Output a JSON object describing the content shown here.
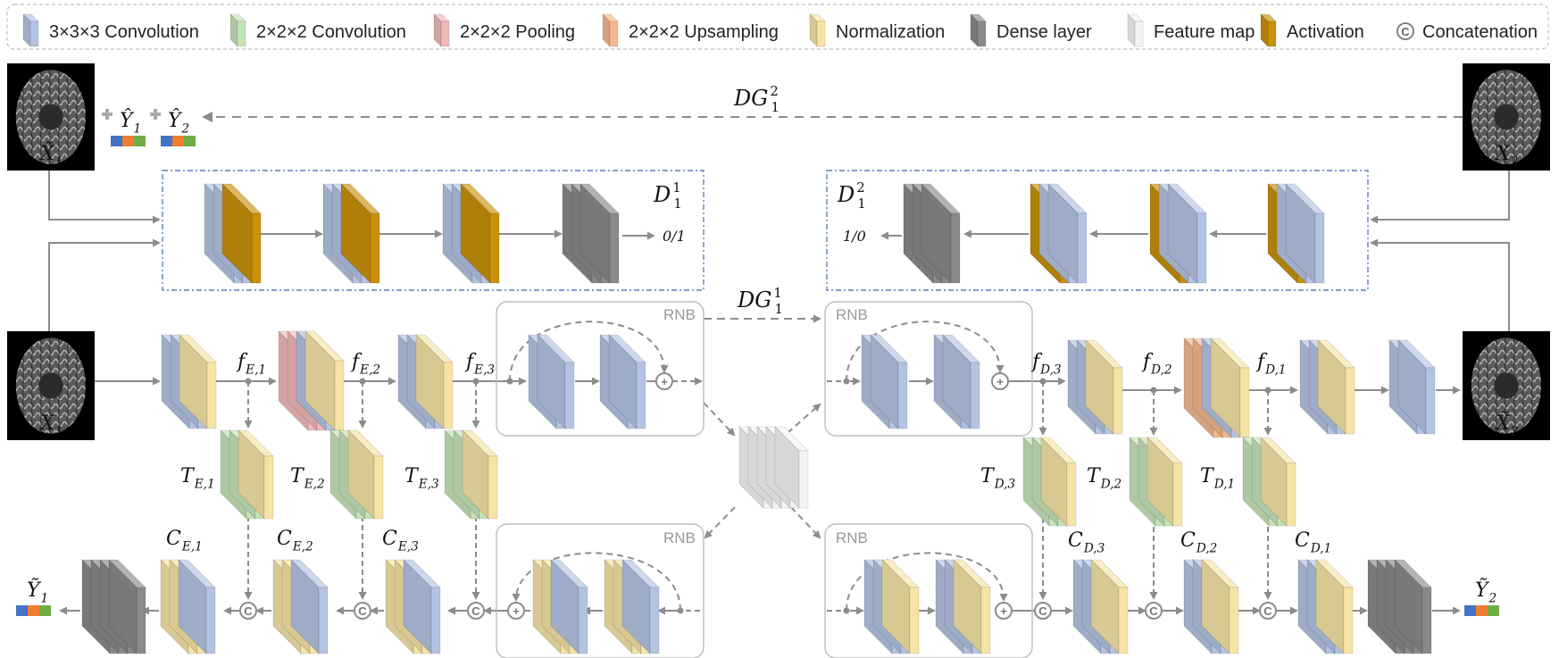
{
  "legend": [
    {
      "label": "3×3×3 Convolution",
      "icon": "conv3-block-icon",
      "color": "#b4c3e2"
    },
    {
      "label": "2×2×2 Convolution",
      "icon": "conv2-block-icon",
      "color": "#c6e3b9"
    },
    {
      "label": "2×2×2 Pooling",
      "icon": "pooling-block-icon",
      "color": "#f0b9b9"
    },
    {
      "label": "2×2×2 Upsampling",
      "icon": "upsampling-block-icon",
      "color": "#f4b88e"
    },
    {
      "label": "Normalization",
      "icon": "normalization-block-icon",
      "color": "#f6e3a6"
    },
    {
      "label": "Dense layer",
      "icon": "dense-block-icon",
      "color": "#8a8a8a"
    },
    {
      "label": "Feature map",
      "icon": "feature-map-icon",
      "color": "#f2f2f2"
    },
    {
      "label": "Activation",
      "icon": "activation-block-icon",
      "color": "#c8900b"
    },
    {
      "label": "Concatenation",
      "icon": "concat-icon",
      "symbol": "C"
    }
  ],
  "labels": {
    "dg_top": {
      "base": "DG",
      "sub": "1",
      "sup": "2"
    },
    "dg_mid": {
      "base": "DG",
      "sub": "1",
      "sup": "1"
    },
    "d1": {
      "base": "D",
      "sub": "1",
      "sup": "1"
    },
    "d2": {
      "base": "D",
      "sub": "1",
      "sup": "2"
    },
    "d1_out": "0/1",
    "d2_out": "1/0",
    "rnb": "RNB",
    "plus": "+",
    "y1hat": {
      "base": "Ŷ",
      "sub": "1"
    },
    "y2hat": {
      "base": "Ŷ",
      "sub": "2"
    },
    "y1tilde": {
      "base": "Ỹ",
      "sub": "1"
    },
    "y2tilde": {
      "base": "Ỹ",
      "sub": "2"
    },
    "x1": {
      "base": "X",
      "sub": "1"
    },
    "x1tilde": {
      "base": "X̃",
      "sub": "1"
    },
    "x2": {
      "base": "X",
      "sub": "2"
    },
    "x2tilde": {
      "base": "X̃",
      "sub": "2"
    },
    "fE1": {
      "base": "f",
      "sub": "E,1"
    },
    "fE2": {
      "base": "f",
      "sub": "E,2"
    },
    "fE3": {
      "base": "f",
      "sub": "E,3"
    },
    "fD3": {
      "base": "f",
      "sub": "D,3"
    },
    "fD2": {
      "base": "f",
      "sub": "D,2"
    },
    "fD1": {
      "base": "f",
      "sub": "D,1"
    },
    "TE1": {
      "base": "T",
      "sub": "E,1"
    },
    "TE2": {
      "base": "T",
      "sub": "E,2"
    },
    "TE3": {
      "base": "T",
      "sub": "E,3"
    },
    "TD3": {
      "base": "T",
      "sub": "D,3"
    },
    "TD2": {
      "base": "T",
      "sub": "D,2"
    },
    "TD1": {
      "base": "T",
      "sub": "D,1"
    },
    "CE1": {
      "base": "C",
      "sub": "E,1"
    },
    "CE2": {
      "base": "C",
      "sub": "E,2"
    },
    "CE3": {
      "base": "C",
      "sub": "E,3"
    },
    "CD3": {
      "base": "C",
      "sub": "D,3"
    },
    "CD2": {
      "base": "C",
      "sub": "D,2"
    },
    "CD1": {
      "base": "C",
      "sub": "D,1"
    },
    "concat_symbol": "C",
    "sum_symbol": "+"
  },
  "seg_colors": [
    "#4472c4",
    "#ed7d31",
    "#70ad47"
  ],
  "colors": {
    "arrow": "#8c8c8c",
    "discriminator_box": "#5b7fb8",
    "rnb_box": "#bdbdbd",
    "label_yellow": "#e8d23a"
  }
}
